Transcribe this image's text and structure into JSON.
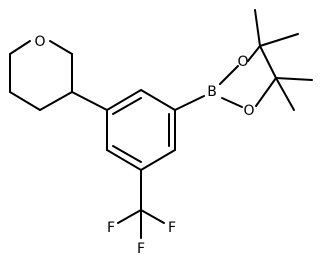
{
  "molecule": {
    "atoms": {
      "oxygen_pyran": "O",
      "boron": "B",
      "oxygen_upper": "O",
      "oxygen_lower": "O",
      "fluorine_left": "F",
      "fluorine_right": "F",
      "fluorine_bottom": "F"
    }
  }
}
